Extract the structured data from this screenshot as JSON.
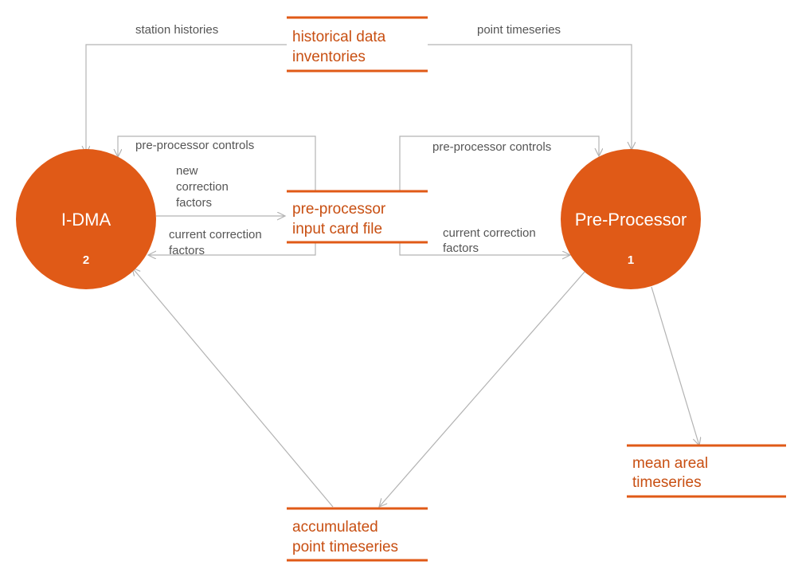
{
  "colors": {
    "accent": "#e05a17",
    "store_text": "#c84f12",
    "flow_line": "#b3b3b3",
    "flow_text": "#555555"
  },
  "processes": {
    "idma": {
      "label": "I-DMA",
      "number": "2"
    },
    "preprocessor": {
      "label": "Pre-Processor",
      "number": "1"
    }
  },
  "stores": {
    "historical": {
      "line1": "historical data",
      "line2": "inventories"
    },
    "cardfile": {
      "line1": "pre-processor",
      "line2": "input card file"
    },
    "accumulated": {
      "line1": "accumulated",
      "line2": "point timeseries"
    },
    "mean": {
      "line1": "mean areal",
      "line2": "timeseries"
    }
  },
  "flows": {
    "station_histories": "station histories",
    "point_timeseries": "point timeseries",
    "controls_left": "pre-processor controls",
    "controls_right": "pre-processor controls",
    "new_factors": {
      "line1": "new",
      "line2": "correction",
      "line3": "factors"
    },
    "current_left": {
      "line1": "current correction",
      "line2": "factors"
    },
    "current_right": {
      "line1": "current correction",
      "line2": "factors"
    }
  }
}
